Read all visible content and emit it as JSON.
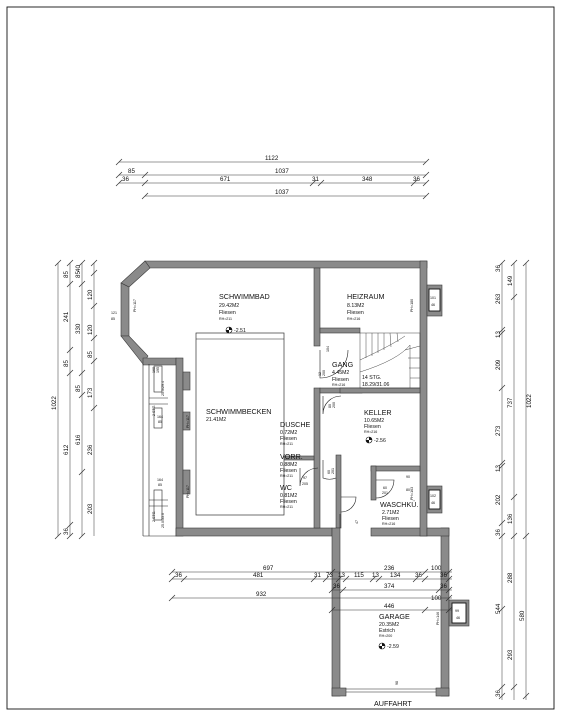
{
  "rooms": {
    "schwimmbad": {
      "name": "SCHWIMMBAD",
      "area": "29.42M2",
      "floor": "Fliesen",
      "height": "RH=211"
    },
    "heizraum": {
      "name": "HEIZRAUM",
      "area": "8.13M2",
      "floor": "Fliesen",
      "height": "RH=216"
    },
    "gang": {
      "name": "GANG",
      "area": "4.45M2",
      "floor": "Fliesen",
      "height": "RH=216"
    },
    "schwimmbecken": {
      "name": "SCHWIMMBECKEN",
      "area": "21.41M2"
    },
    "dusche": {
      "name": "DUSCHE",
      "area": "0.72M2",
      "floor": "Fliesen",
      "height": "RH=211"
    },
    "keller": {
      "name": "KELLER",
      "area": "10.65M2",
      "floor": "Fliesen",
      "height": "RH=216"
    },
    "vorr": {
      "name": "VORR.",
      "area": "0.88M2",
      "floor": "Fliesen",
      "height": "RH=211"
    },
    "wc": {
      "name": "WC",
      "area": "0.81M2",
      "floor": "Fliesen",
      "height": "RH=211"
    },
    "waschku": {
      "name": "WASCHKÜ.",
      "area": "2.71M2",
      "floor": "Fliesen",
      "height": "RH=216"
    },
    "garage": {
      "name": "GARAGE",
      "area": "20.35M2",
      "floor": "Estrich",
      "height": "RH=200"
    }
  },
  "levels": {
    "schwimmbad": "-2.51",
    "keller": "-2.56",
    "garage": "-2.59"
  },
  "stair_label": {
    "count": "14 STG.",
    "rise": "18.29/31.06"
  },
  "parapets": {
    "ph117_a": "PH=117",
    "ph117_b": "PH=117",
    "ph117_c": "PH=117",
    "ph180": "PH=180",
    "ph163": "PH=163",
    "ph146": "PH=146"
  },
  "window_labels": {
    "w121": "121",
    "w85": "85",
    "w101": "101",
    "w46a": "46",
    "w102": "102",
    "w46b": "46",
    "w99": "99",
    "w46c": "46"
  },
  "door_labels": {
    "d104": "104",
    "d97": "97",
    "d205": "205",
    "d60a": "60",
    "d201a": "201",
    "d60b": "60",
    "d201b": "201",
    "d80": "80",
    "d200": "200"
  },
  "small_dims": {
    "s12": "12",
    "s200": "200",
    "s164a": "164",
    "s85a": "85",
    "s164b": "164",
    "s85b": "85",
    "s168": "168",
    "s195": "195",
    "s80": "80",
    "s90": "90",
    "s47": "47",
    "s98": "98",
    "s2stga": "2 STG.",
    "s2stgb": "2 STG.",
    "s2520": "25.5/29.4",
    "s2530": "25.0/33.0"
  },
  "dims_top": {
    "total": "1122",
    "r2_a": "85",
    "r2_b": "1037",
    "r3_a": "36",
    "r3_b": "671",
    "r3_c": "31",
    "r3_d": "348",
    "r3_e": "36",
    "r4": "1037"
  },
  "dims_mid": {
    "r1_a": "697",
    "r1_b": "236",
    "r1_c": "100",
    "r2_a": "36",
    "r2_b": "481",
    "r2_c": "31",
    "r2_d": "73",
    "r2_e": "13",
    "r2_f": "115",
    "r2_g": "13",
    "r2_h": "134",
    "r2_i": "36",
    "r2_j": "36",
    "r3_a": "36",
    "r3_b": "374",
    "r3_c": "36",
    "r4": "932",
    "r5_a": "446",
    "r5_b": "100"
  },
  "dims_left": {
    "o_a": "85",
    "o_b": "241",
    "o_c": "85",
    "o_d": "612",
    "o_e": "36",
    "m_a": "85",
    "m_b": "330",
    "m_c": "85",
    "m_d": "616",
    "m_e": "236",
    "m_f": "203",
    "i_a": "40",
    "i_b": "120",
    "i_c": "120",
    "i_d": "85",
    "i_e": "173",
    "total": "1022"
  },
  "dims_right": {
    "a": "36",
    "b": "263",
    "c": "13",
    "d": "209",
    "e": "273",
    "f": "13",
    "g": "202",
    "h": "36",
    "i": "149",
    "j": "737",
    "k": "136",
    "l": "288",
    "m": "293",
    "n": "36",
    "o": "544",
    "p": "580",
    "total": "1022"
  },
  "street": "AUFFAHRT"
}
